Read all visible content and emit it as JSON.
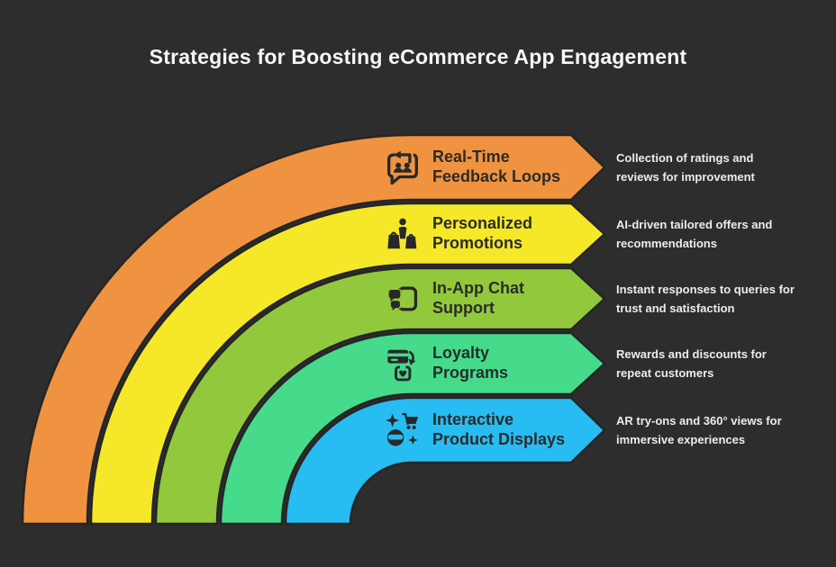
{
  "title": "Strategies for Boosting eCommerce App Engagement",
  "colors": {
    "background": "#2d2d2d",
    "outline": "#252525",
    "banner_text": "#2b2b2b",
    "description_text": "#ececec",
    "title_text": "#f7f7f7",
    "icon": "#282828"
  },
  "rows": [
    {
      "title_line1": "Real-Time",
      "title_line2": "Feedback Loops",
      "description": "Collection of ratings and reviews for improvement",
      "description_line1": "Collection of ratings and",
      "description_line2": "reviews for improvement",
      "color": "#ef9340",
      "icon": "feedback-bubble-icon"
    },
    {
      "title_line1": "Personalized",
      "title_line2": "Promotions",
      "description": "AI-driven tailored offers and recommendations",
      "description_line1": "AI-driven tailored offers and",
      "description_line2": "recommendations",
      "color": "#f5e829",
      "icon": "shopper-bags-icon"
    },
    {
      "title_line1": "In-App Chat",
      "title_line2": "Support",
      "description": "Instant responses to queries for trust and satisfaction",
      "description_line1": "Instant responses to queries for",
      "description_line2": "trust and satisfaction",
      "color": "#92c93c",
      "icon": "chat-device-icon"
    },
    {
      "title_line1": "Loyalty",
      "title_line2": "Programs",
      "description": "Rewards and discounts for repeat customers",
      "description_line1": "Rewards and discounts for",
      "description_line2": "repeat customers",
      "color": "#45db8b",
      "icon": "loyalty-card-bag-icon"
    },
    {
      "title_line1": "Interactive",
      "title_line2": "Product Displays",
      "description": "AR try-ons and 360° views for immersive experiences",
      "description_line1": "AR try-ons and 360° views for",
      "description_line2": "immersive experiences",
      "color": "#27bcf2",
      "icon": "ar-vr-cart-icon"
    }
  ]
}
